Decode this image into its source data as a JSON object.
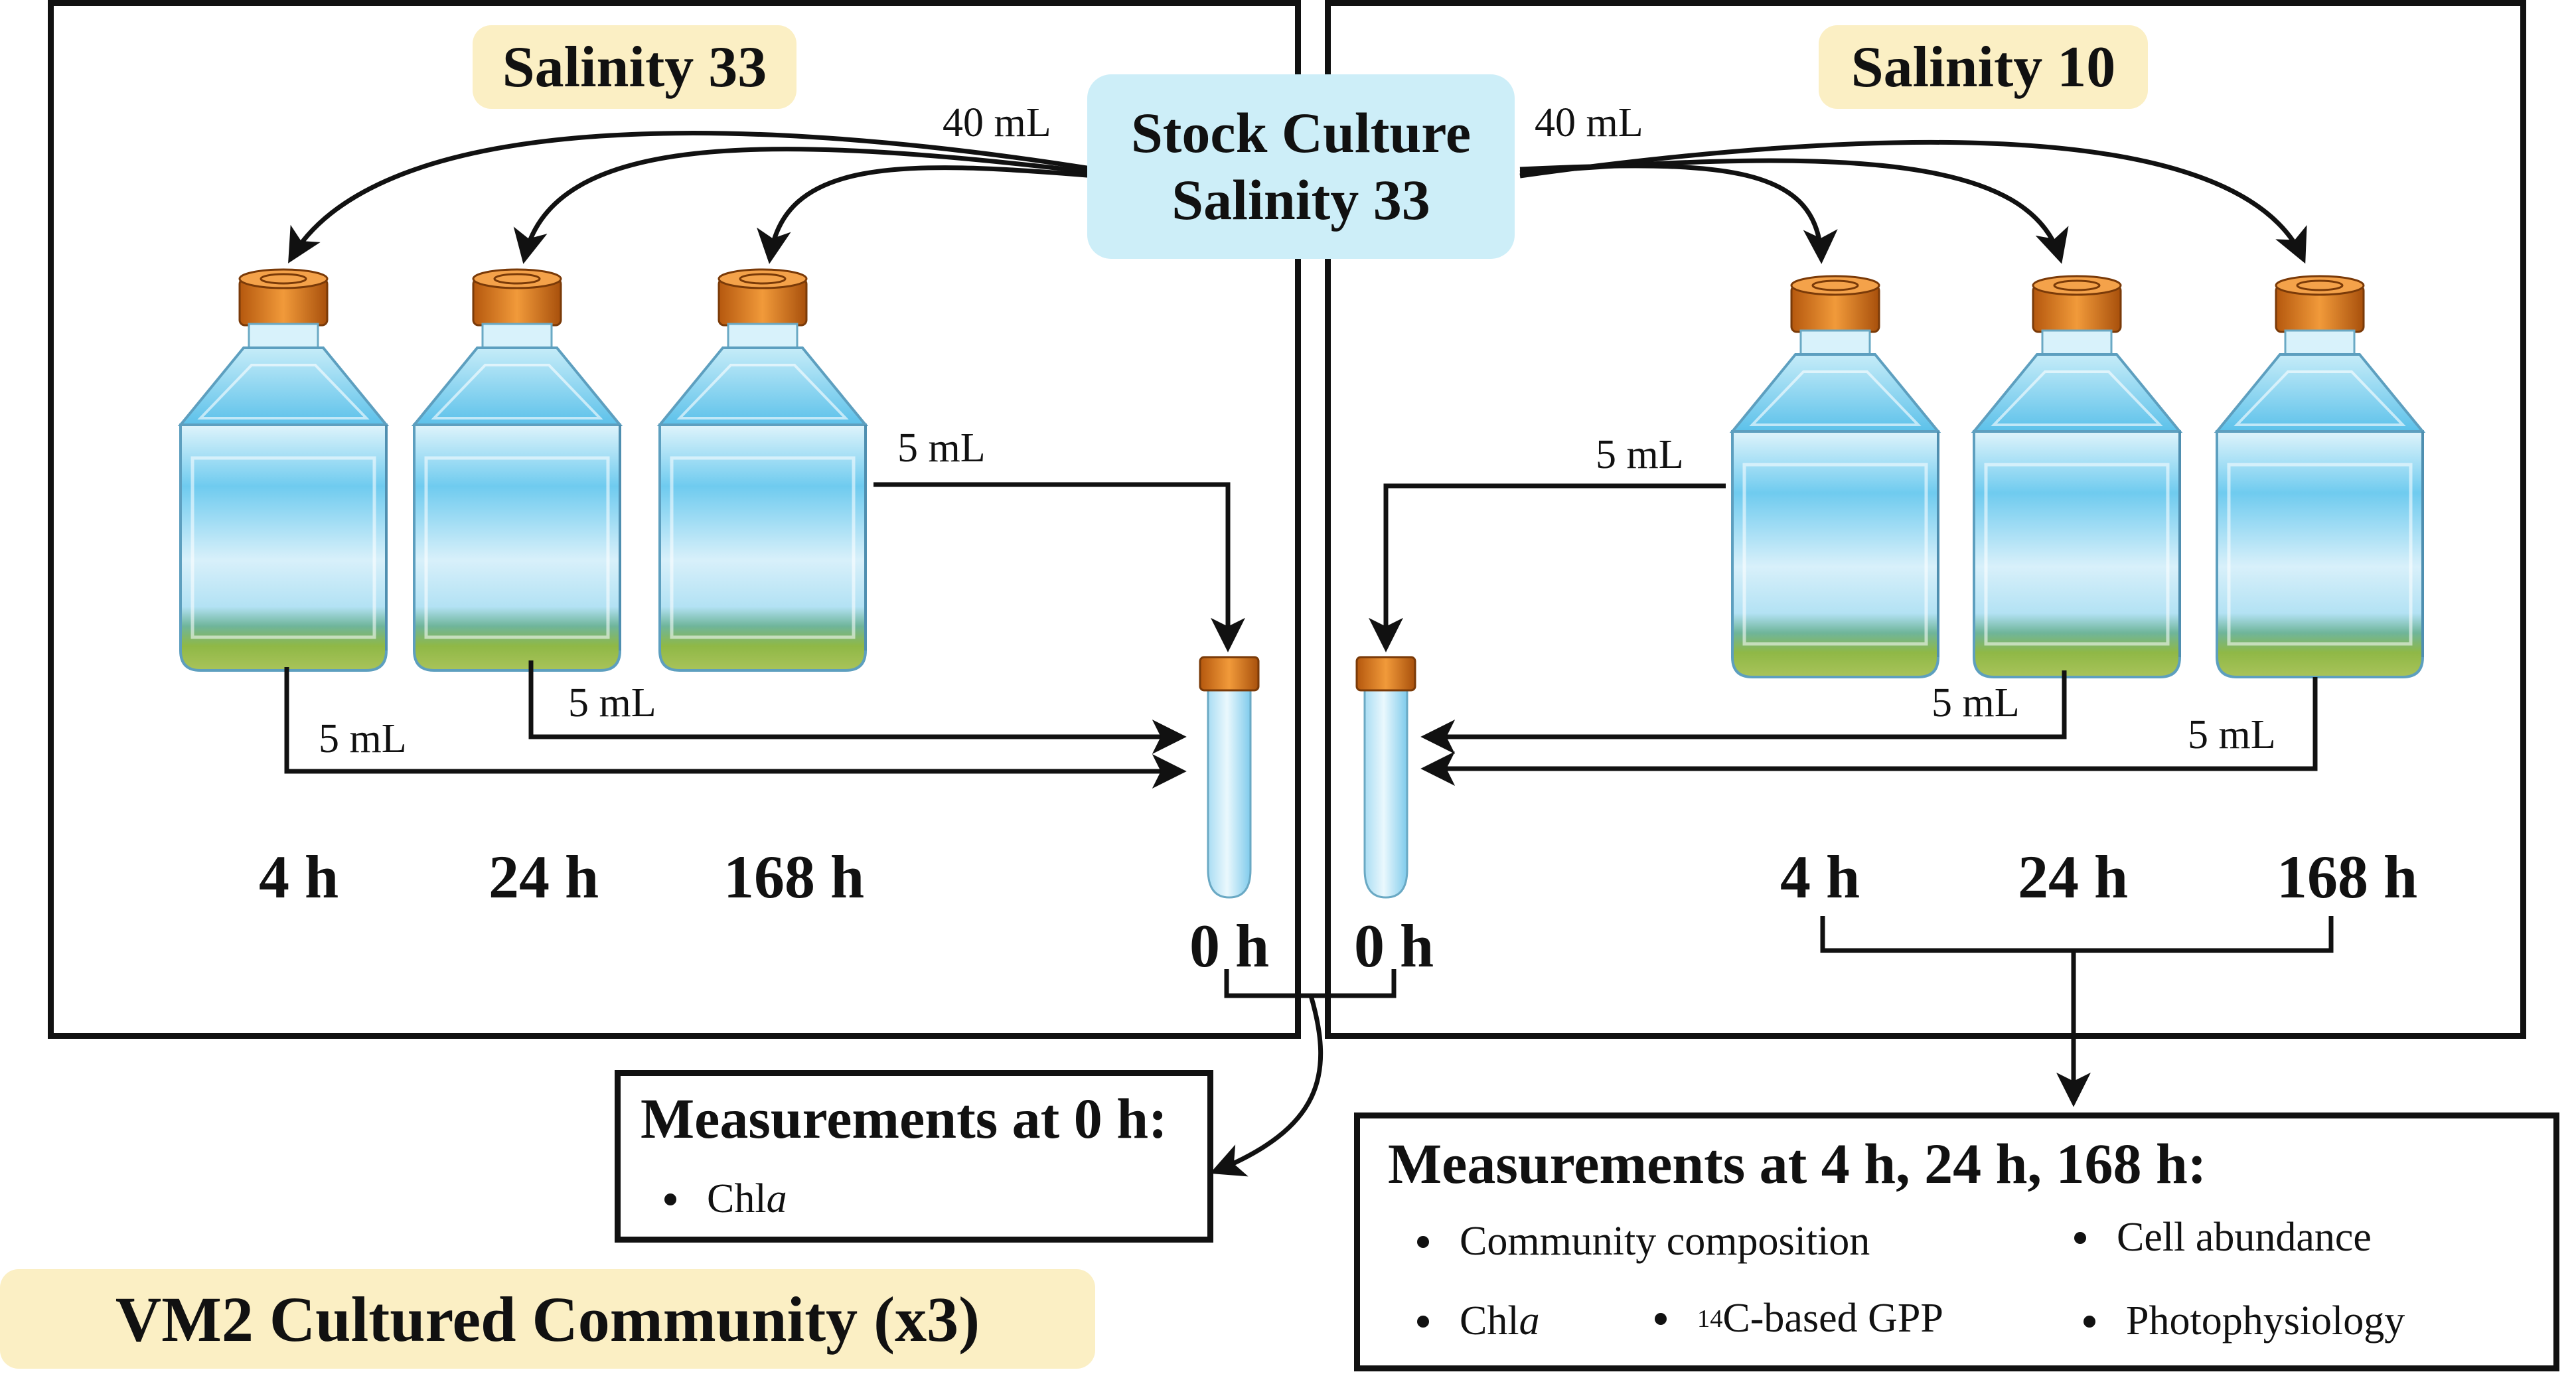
{
  "left_panel": {
    "condition_label": "Salinity 33"
  },
  "right_panel": {
    "condition_label": "Salinity 10"
  },
  "stock_culture": {
    "line1": "Stock Culture",
    "line2": "Salinity 33"
  },
  "transfer_volumes": {
    "stock_left": "40 mL",
    "stock_right": "40 mL",
    "left_168h_to_tube": "5 mL",
    "left_24h_to_tube": "5 mL",
    "left_4h_to_tube": "5 mL",
    "right_4h_to_tube": "5 mL",
    "right_24h_to_tube": "5 mL",
    "right_168h_to_tube": "5 mL"
  },
  "timepoints": {
    "left": [
      "4 h",
      "24 h",
      "168 h"
    ],
    "right": [
      "4 h",
      "24 h",
      "168 h"
    ],
    "left_tube": "0 h",
    "right_tube": "0 h"
  },
  "measurements_0h": {
    "title": "Measurements at 0 h:",
    "items": [
      {
        "text": "Chl ",
        "italic": "a"
      }
    ]
  },
  "measurements_later": {
    "title": "Measurements at 4 h, 24 h, 168 h:",
    "items": {
      "community": "Community composition",
      "cell_abundance": "Cell abundance",
      "chl_text": "Chl ",
      "chl_italic": "a",
      "gpp_sup": "14",
      "gpp_text": "C-based GPP",
      "photophysiology": "Photophysiology"
    }
  },
  "footer": {
    "label": "VM2 Cultured Community (x3)"
  },
  "colors": {
    "label_fill": "#fbefc4",
    "stock_fill": "#cdeef8",
    "medium_blue": "#3fb8e6",
    "algae_green": "#7fae3a",
    "cap_orange": "#e07b1f"
  }
}
